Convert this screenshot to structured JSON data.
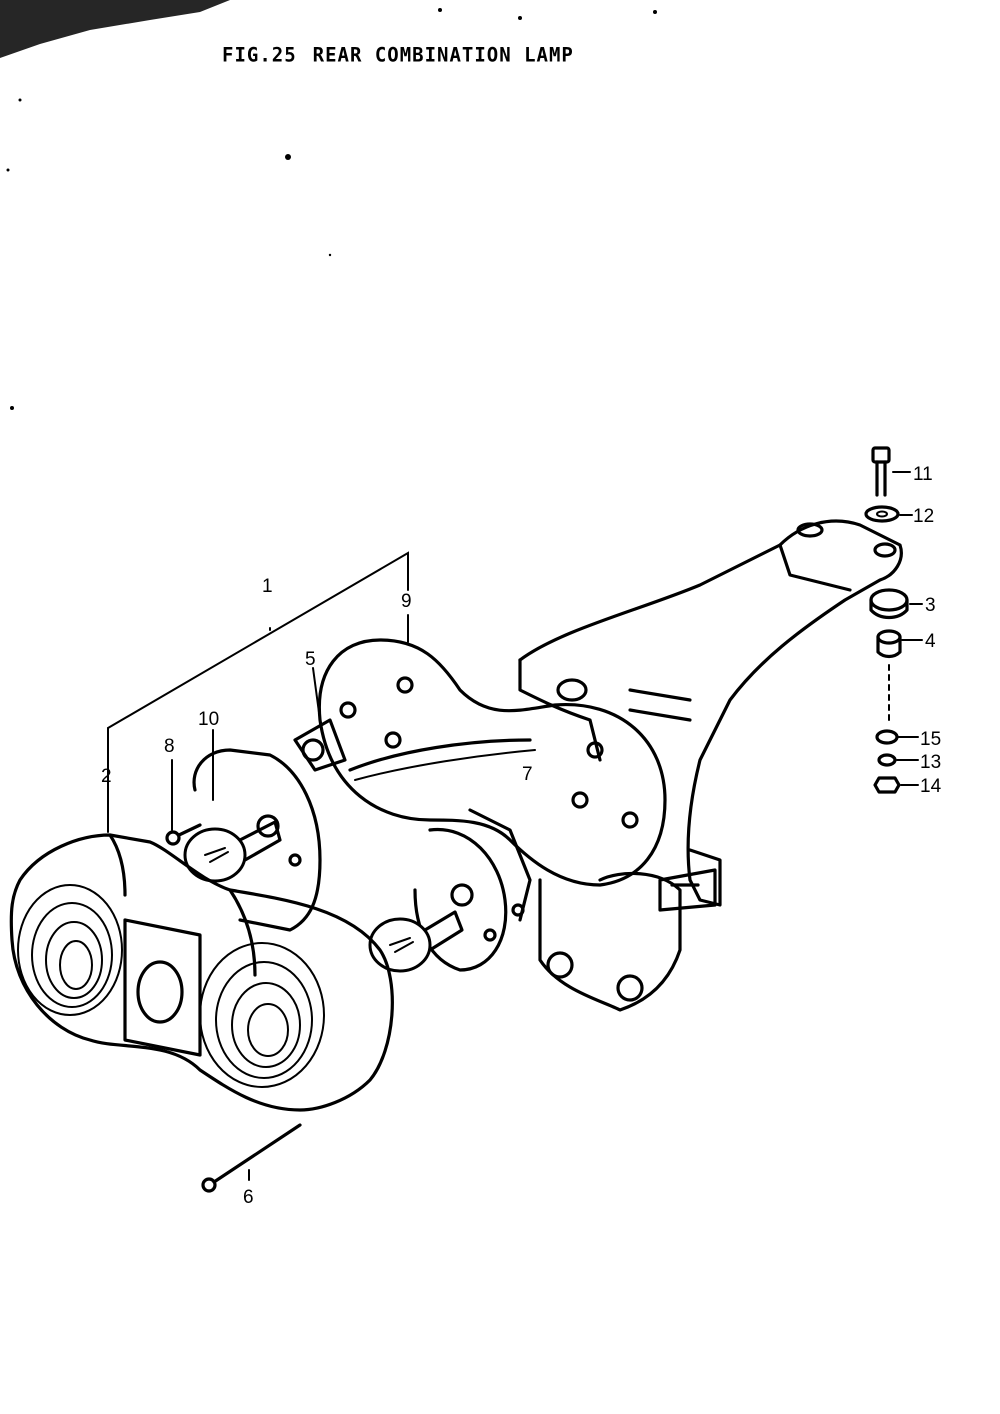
{
  "figure": {
    "number": "FIG.25",
    "title": "REAR COMBINATION LAMP"
  },
  "callouts": [
    "1",
    "2",
    "3",
    "4",
    "5",
    "6",
    "7",
    "8",
    "9",
    "10",
    "11",
    "12",
    "13",
    "14",
    "15"
  ]
}
